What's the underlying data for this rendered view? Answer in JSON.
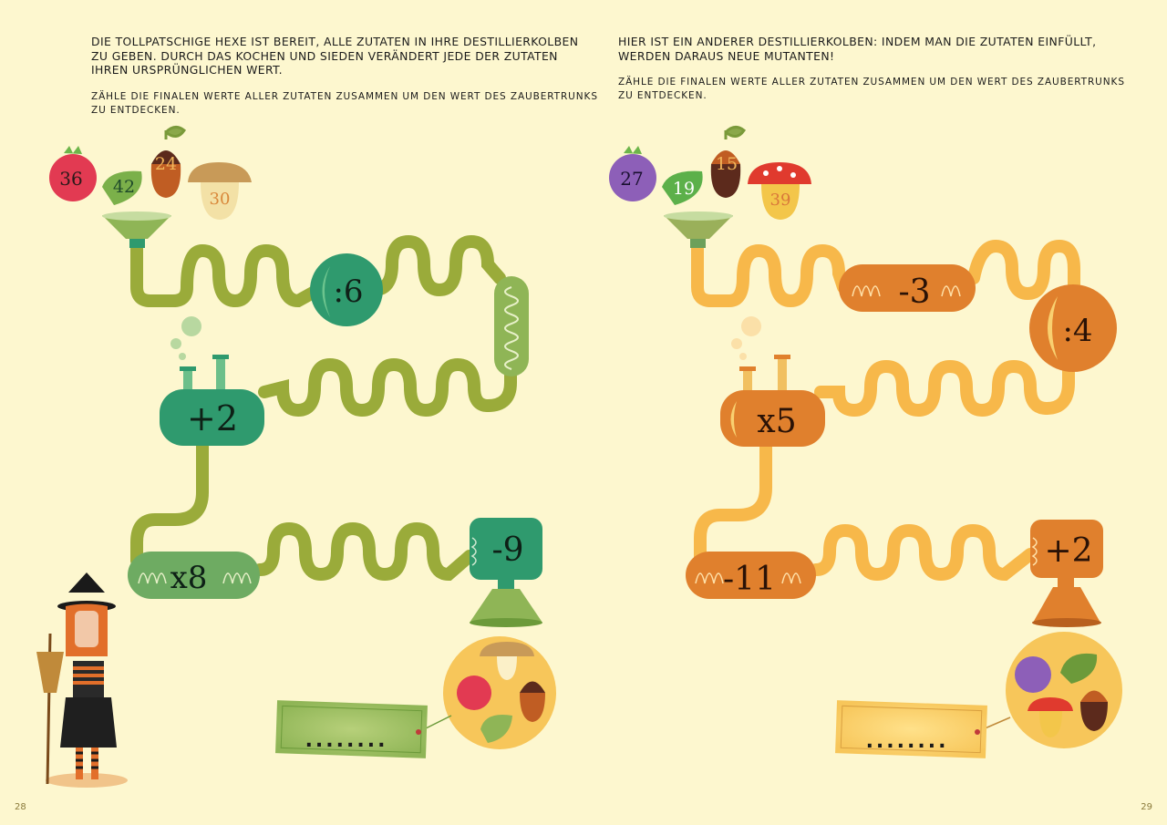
{
  "left": {
    "intro": [
      "Die tollpatschige Hexe ist bereit, alle Zutaten in ihre Destillierkolben",
      "zu geben. Durch das Kochen und Sieden verändert jede der Zutaten",
      "ihren ursprünglichen Wert."
    ],
    "task": [
      "Zähle die finalen Werte aller Zutaten zusammen um den Wert des Zaubertrunks",
      "zu entdecken."
    ],
    "ingredients": {
      "raspberry": "36",
      "leaf": "42",
      "acorn": "24",
      "mushroom": "30"
    },
    "ops": [
      "+2",
      ":6",
      "x8",
      "-9"
    ],
    "answer": "........",
    "page_number": "28"
  },
  "right": {
    "intro": [
      "Hier ist ein anderer Destillierkolben: indem man die Zutaten einfüllt,",
      "werden daraus neue Mutanten!"
    ],
    "task": [
      "Zähle die finalen Werte aller Zutaten zusammen um den Wert des Zaubertrunks",
      "zu entdecken."
    ],
    "ingredients": {
      "blackberry": "27",
      "leaf": "19",
      "acorn": "15",
      "mushroom": "39"
    },
    "ops": [
      "-3",
      ":4",
      "x5",
      "-11",
      "+2"
    ],
    "answer": "........",
    "page_number": "29"
  },
  "colors": {
    "background": "#fdf7cf",
    "green_tube": "#9aab3a",
    "green_flask": "#2f9a6e",
    "orange_tube": "#f7b84a",
    "orange_flask": "#e0802d"
  }
}
